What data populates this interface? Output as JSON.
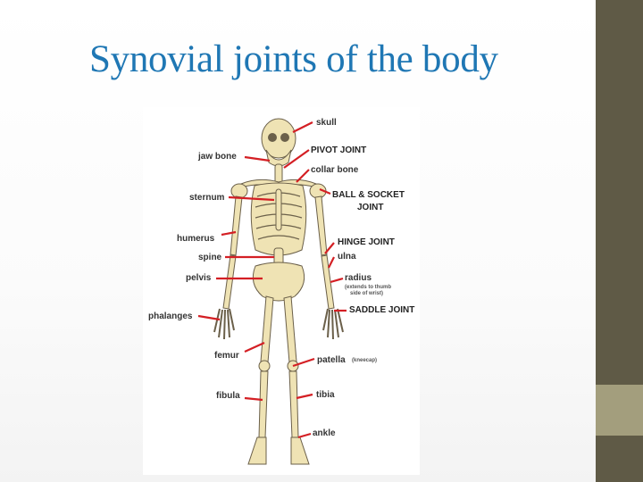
{
  "title": "Synovial joints of the body",
  "colors": {
    "title": "#1f77b4",
    "sidebar": "#5f5a46",
    "sidebar_accent": "#a39e7d",
    "bone": "#efe3b4",
    "bone_outline": "#6b604a",
    "pointer": "#d41f24"
  },
  "labels": {
    "skull": "skull",
    "jaw_bone": "jaw bone",
    "pivot_joint": "PIVOT JOINT",
    "collar_bone": "collar bone",
    "sternum": "sternum",
    "ball_socket_1": "BALL & SOCKET",
    "ball_socket_2": "JOINT",
    "humerus": "humerus",
    "hinge_joint": "HINGE JOINT",
    "spine": "spine",
    "ulna": "ulna",
    "pelvis": "pelvis",
    "radius": "radius",
    "radius_note_1": "(extends to thumb",
    "radius_note_2": "side of wrist)",
    "phalanges": "phalanges",
    "saddle_joint": "SADDLE JOINT",
    "femur": "femur",
    "patella": "patella",
    "patella_note": "(kneecap)",
    "fibula": "fibula",
    "tibia": "tibia",
    "ankle": "ankle"
  }
}
